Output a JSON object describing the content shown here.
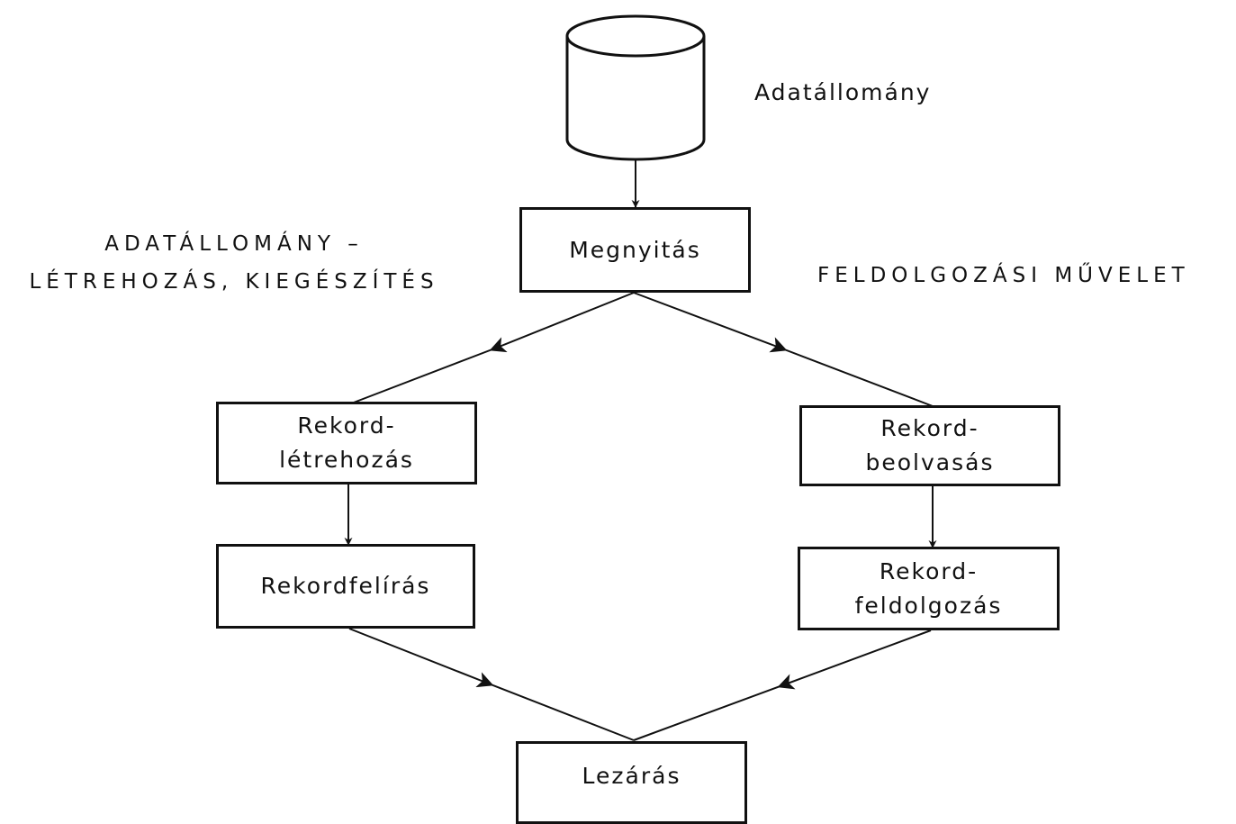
{
  "diagram": {
    "database_label": "Adatállomány",
    "left_heading": {
      "line1": "ADATÁLLOMÁNY –",
      "line2": "LÉTREHOZÁS, KIEGÉSZÍTÉS"
    },
    "right_heading": "FELDOLGOZÁSI MŰVELET",
    "boxes": {
      "open": "Megnyitás",
      "create": {
        "line1": "Rekord-",
        "line2": "létrehozás"
      },
      "write": "Rekordfelírás",
      "read": {
        "line1": "Rekord-",
        "line2": "beolvasás"
      },
      "process": {
        "line1": "Rekord-",
        "line2": "feldolgozás"
      },
      "close": "Lezárás"
    }
  }
}
